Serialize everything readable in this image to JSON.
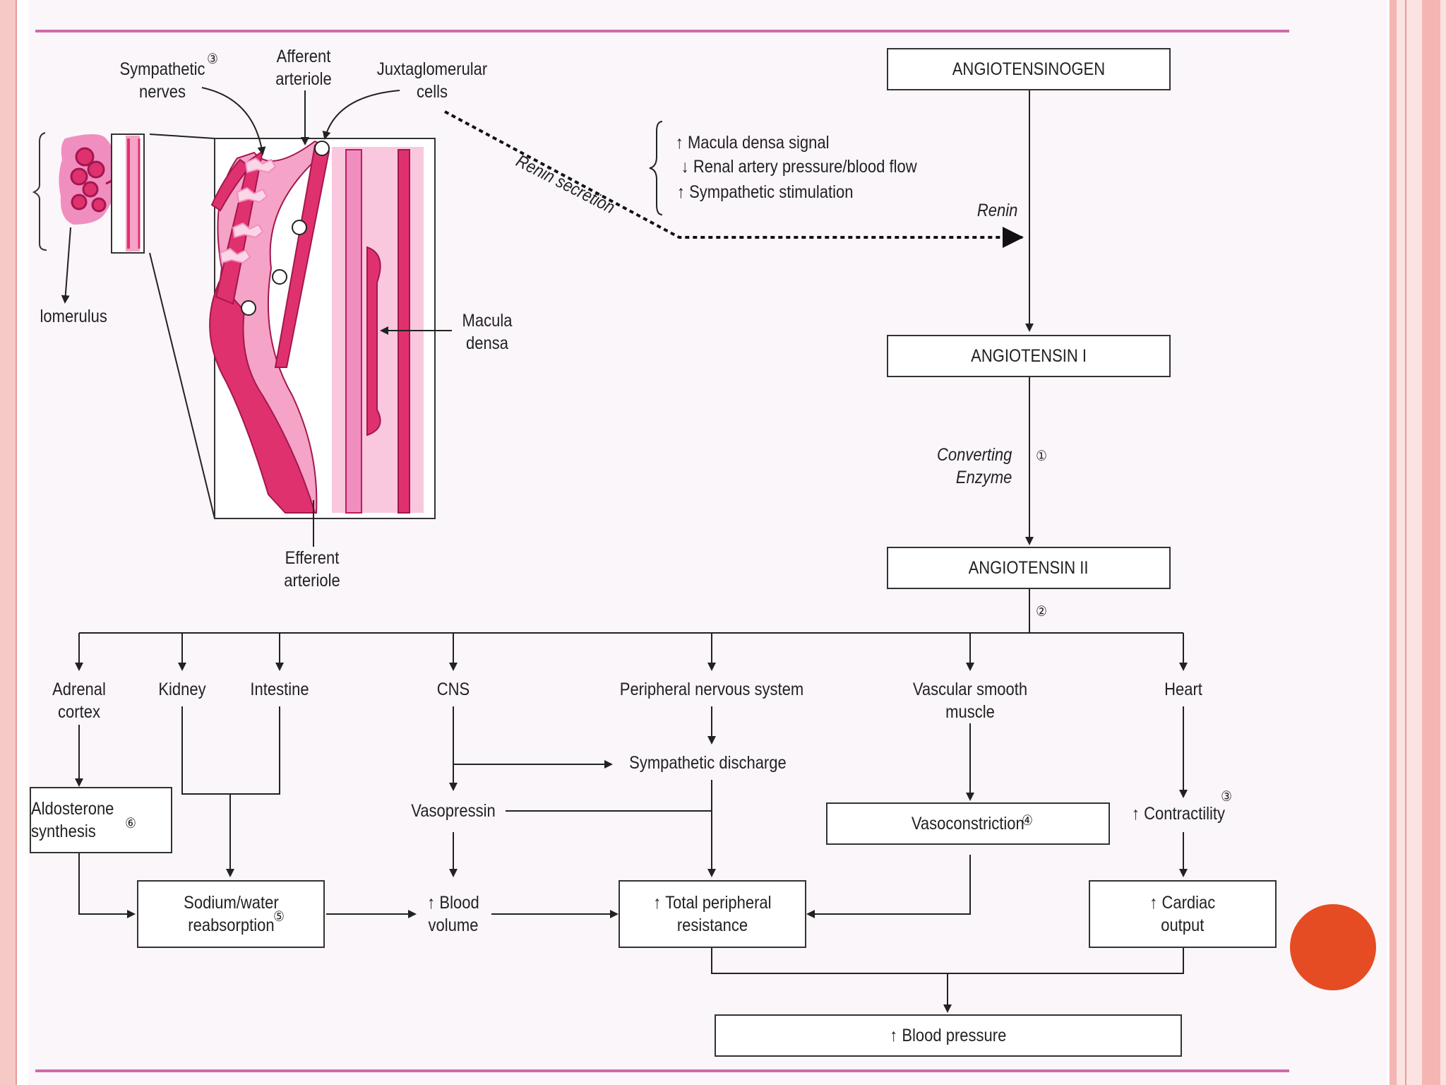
{
  "colors": {
    "frame_pink": "#f3b6b2",
    "rule_magenta": "#cf6aa9",
    "tissue_dark": "#e0316f",
    "tissue_light": "#f5a3c7",
    "accent_dot": "#e54c23"
  },
  "anatomy": {
    "sympathetic_nerves": "Sympathetic\nnerves",
    "sympathetic_marker": "③",
    "afferent_arteriole": "Afferent\narteriole",
    "juxtaglomerular_cells": "Juxtaglomerular\ncells",
    "glomerulus": "lomerulus",
    "macula_densa": "Macula\ndensa",
    "efferent_arteriole": "Efferent\narteriole",
    "renin_secretion": "Renin secretion"
  },
  "stimuli": {
    "items": [
      "↑ Macula densa signal",
      "↓ Renal artery pressure/blood flow",
      "↑ Sympathetic stimulation"
    ],
    "renin": "Renin"
  },
  "cascade": {
    "angiotensinogen": "ANGIOTENSINOGEN",
    "angiotensin_i": "ANGIOTENSIN I",
    "converting_enzyme": "Converting Enzyme",
    "converting_marker": "①",
    "angiotensin_ii": "ANGIOTENSIN II",
    "branch_marker": "②"
  },
  "targets": {
    "adrenal": "Adrenal\ncortex",
    "kidney": "Kidney",
    "intestine": "Intestine",
    "cns": "CNS",
    "pns": "Peripheral nervous system",
    "vascular": "Vascular smooth\nmuscle",
    "heart": "Heart"
  },
  "effects": {
    "aldosterone": "Aldosterone\nsynthesis",
    "aldosterone_marker": "⑥",
    "sympathetic_discharge": "Sympathetic discharge",
    "vasopressin": "Vasopressin",
    "vasoconstriction": "Vasoconstriction",
    "vasoconstriction_marker": "④",
    "contractility": "↑ Contractility",
    "contractility_marker": "③",
    "sodium_water": "Sodium/water\nreabsorption",
    "sodium_marker": "⑤",
    "blood_volume": "↑ Blood\nvolume",
    "tpr": "↑ Total peripheral\nresistance",
    "cardiac_output": "↑ Cardiac\noutput",
    "blood_pressure": "↑ Blood pressure"
  }
}
